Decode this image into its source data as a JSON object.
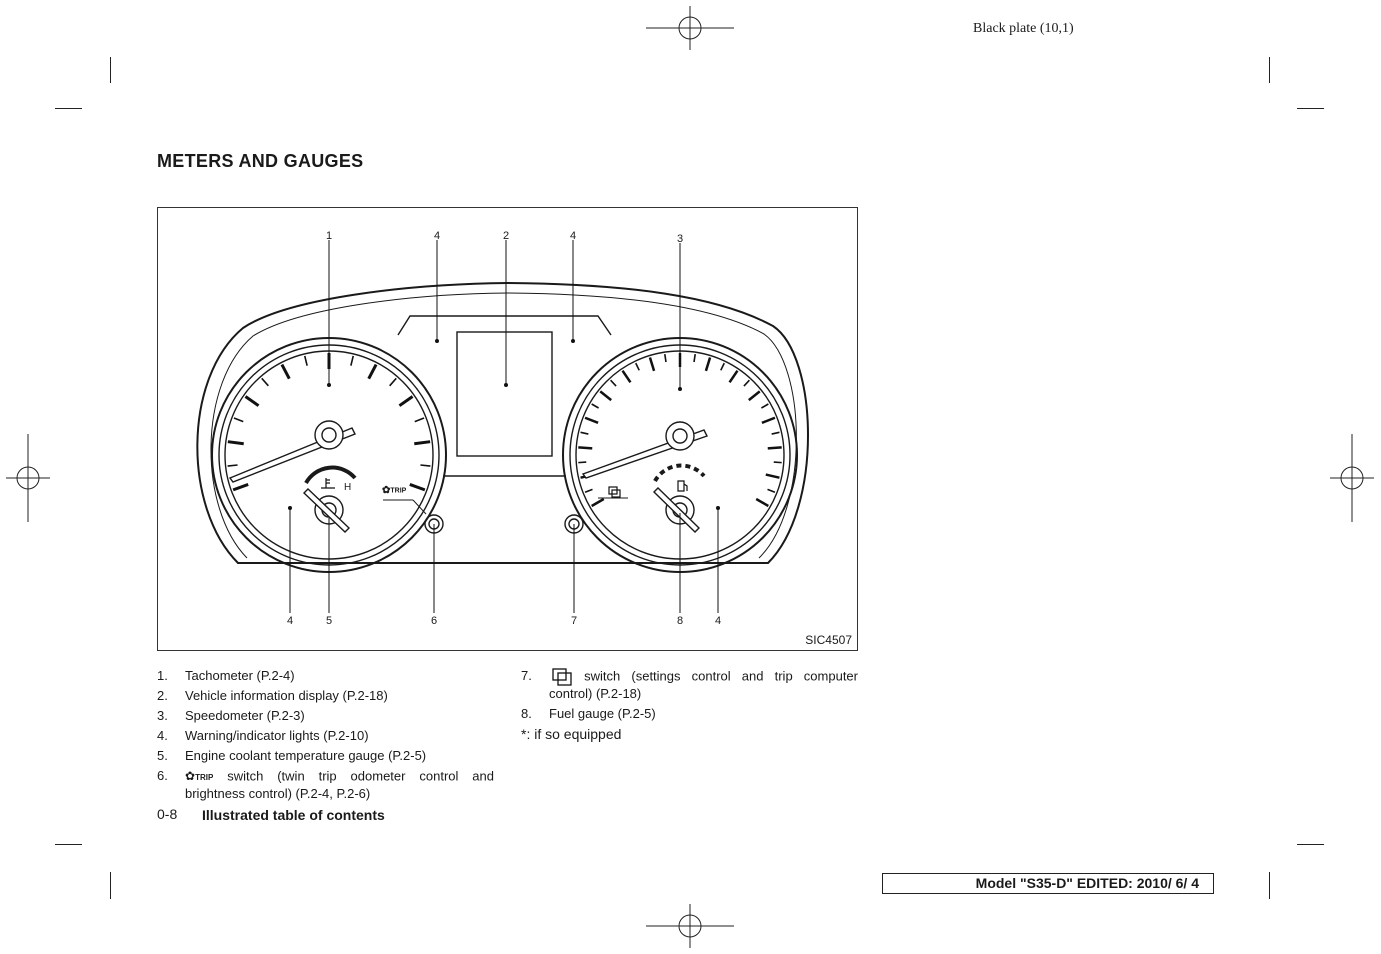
{
  "header": {
    "plate": "Black plate (10,1)"
  },
  "section": {
    "title": "METERS AND GAUGES"
  },
  "figure": {
    "code": "SIC4507",
    "callouts": {
      "c1": "1",
      "c4a": "4",
      "c2": "2",
      "c4b": "4",
      "c3": "3",
      "c4c": "4",
      "c5": "5",
      "c6": "6",
      "c7": "7",
      "c8": "8",
      "c4d": "4"
    },
    "labels": {
      "h": "H",
      "trip": "TRIP"
    }
  },
  "legend": {
    "items": [
      {
        "num": "1.",
        "text": "Tachometer (P.2-4)"
      },
      {
        "num": "2.",
        "text": "Vehicle information display (P.2-18)"
      },
      {
        "num": "3.",
        "text": "Speedometer (P.2-3)"
      },
      {
        "num": "4.",
        "text": "Warning/indicator lights (P.2-10)"
      },
      {
        "num": "5.",
        "text": "Engine coolant temperature gauge (P.2-5)"
      },
      {
        "num": "6.",
        "icon_label": "TRIP",
        "text": "switch (twin trip odometer control and brightness control) (P.2-4, P.2-6)"
      },
      {
        "num": "7.",
        "text": "switch (settings control and trip computer control) (P.2-18)"
      },
      {
        "num": "8.",
        "text": "Fuel gauge (P.2-5)"
      }
    ],
    "footnote": "*: if so equipped"
  },
  "footer": {
    "page": "0-8",
    "title": "Illustrated table of contents",
    "model": "Model \"S35-D\"  EDITED:  2010/ 6/ 4"
  }
}
